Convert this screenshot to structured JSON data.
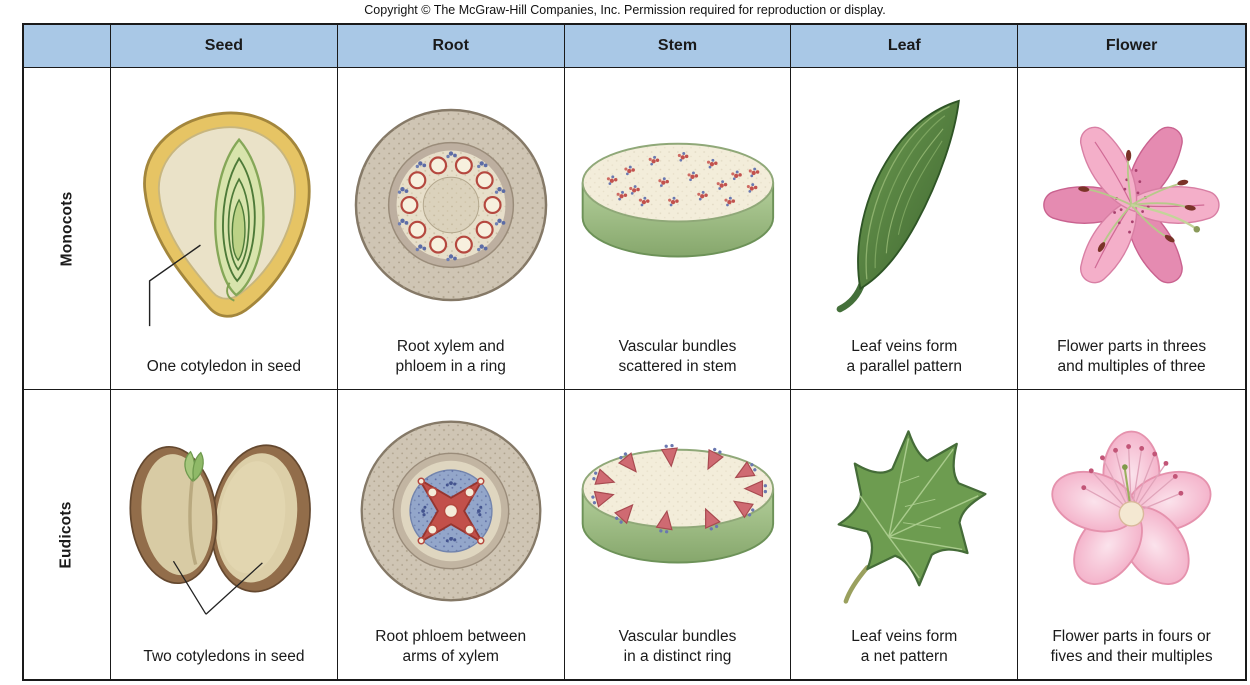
{
  "copyright": "Copyright © The McGraw-Hill Companies, Inc. Permission required for reproduction or display.",
  "colors": {
    "header_bg": "#a9c8e6",
    "border": "#1a1a1a",
    "background": "#ffffff"
  },
  "table": {
    "columns": [
      "Seed",
      "Root",
      "Stem",
      "Leaf",
      "Flower"
    ],
    "rows": [
      {
        "label": "Monocots",
        "cells": [
          {
            "illustration": "monocot-seed-illustration",
            "caption": "One cotyledon in seed"
          },
          {
            "illustration": "monocot-root-cross-section-illustration",
            "caption": "Root xylem and\nphloem in a ring"
          },
          {
            "illustration": "monocot-stem-cross-section-illustration",
            "caption": "Vascular bundles\nscattered in stem"
          },
          {
            "illustration": "monocot-leaf-illustration",
            "caption": "Leaf veins form\na parallel pattern"
          },
          {
            "illustration": "monocot-flower-lily-illustration",
            "caption": "Flower parts in threes\nand multiples of three"
          }
        ]
      },
      {
        "label": "Eudicots",
        "cells": [
          {
            "illustration": "eudicot-seed-illustration",
            "caption": "Two cotyledons in seed"
          },
          {
            "illustration": "eudicot-root-cross-section-illustration",
            "caption": "Root phloem between\narms of xylem"
          },
          {
            "illustration": "eudicot-stem-cross-section-illustration",
            "caption": "Vascular bundles\nin a distinct ring"
          },
          {
            "illustration": "eudicot-leaf-illustration",
            "caption": "Leaf veins form\na net pattern"
          },
          {
            "illustration": "eudicot-flower-illustration",
            "caption": "Flower parts in fours or\nfives and their multiples"
          }
        ]
      }
    ]
  }
}
